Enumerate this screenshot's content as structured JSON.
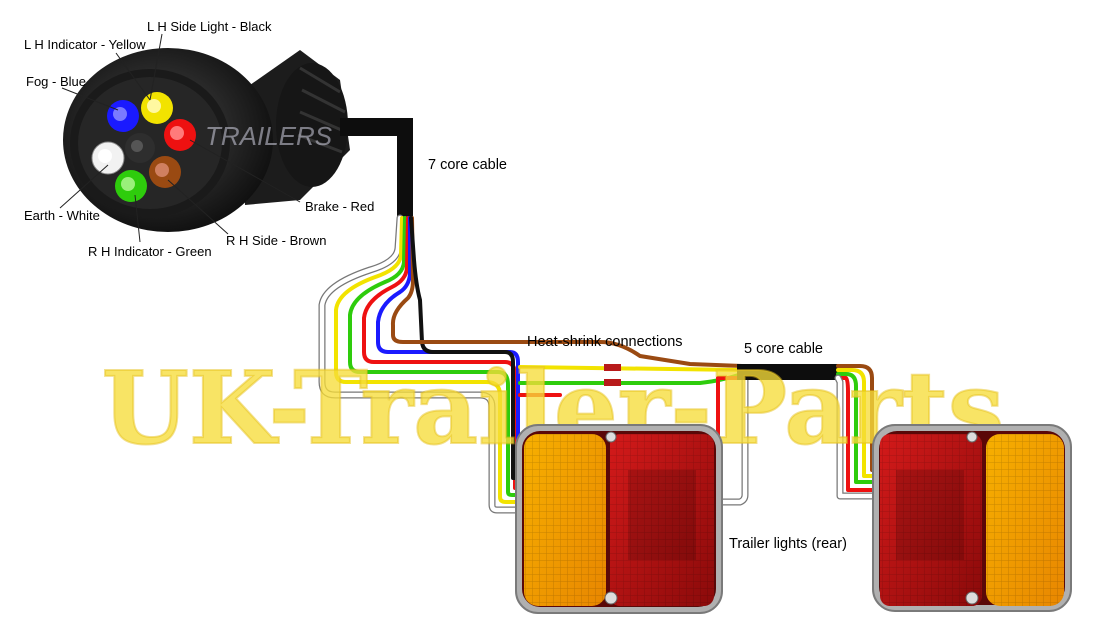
{
  "labels": {
    "lh_side_light": "L H Side Light - Black",
    "lh_indicator": "L H Indicator - Yellow",
    "fog": "Fog - Blue",
    "earth": "Earth - White",
    "rh_indicator": "R H Indicator - Green",
    "rh_side": "R H Side - Brown",
    "brake": "Brake - Red",
    "seven_core": "7 core cable",
    "heat_shrink": "Heat-shrink connections",
    "five_core": "5 core cable",
    "trailer_lights": "Trailer lights (rear)"
  },
  "watermark": "UK-Trailer-Parts",
  "colors": {
    "black": "#111111",
    "yellow": "#f2e300",
    "blue": "#1a1aff",
    "white": "#ffffff",
    "green": "#2ecc0c",
    "brown": "#9a4a12",
    "red": "#ee1111",
    "watermark": "#f6dc3a"
  }
}
